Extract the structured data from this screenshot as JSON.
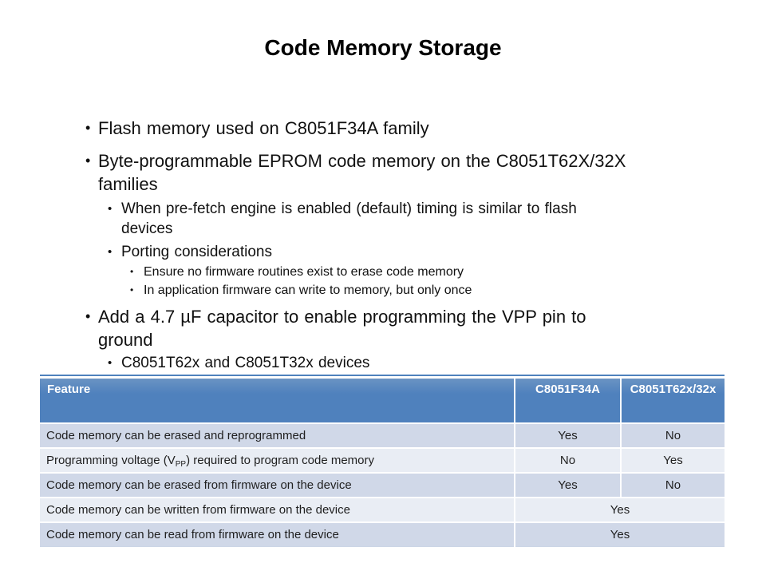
{
  "slide": {
    "title": "Code Memory Storage"
  },
  "bullets": {
    "b1": "Flash memory used on C8051F34A family",
    "b2": "Byte-programmable EPROM code memory on the C8051T62X/32X families",
    "b2_1": "When pre-fetch engine is enabled (default) timing is similar to flash devices",
    "b2_2": "Porting considerations",
    "b2_2_1": "Ensure no firmware routines exist to erase code memory",
    "b2_2_2": "In application firmware can write to memory, but only once",
    "b3": "Add a 4.7 µF capacitor to enable programming the VPP pin to ground",
    "b3_1": "C8051T62x and C8051T32x devices"
  },
  "table": {
    "headers": {
      "feature": "Feature",
      "f34a": "C8051F34A",
      "t62x": "C8051T62x/32x"
    },
    "rows": [
      {
        "feature": "Code memory can be erased and reprogrammed",
        "f34a": "Yes",
        "t62x": "No"
      },
      {
        "feature_pre": "Programming voltage (V",
        "feature_sub": "PP",
        "feature_post": ") required to program code memory",
        "f34a": "No",
        "t62x": "Yes"
      },
      {
        "feature": "Code memory can be erased from firmware on the device",
        "f34a": "Yes",
        "t62x": "No"
      },
      {
        "feature": "Code memory can be written from firmware on the device",
        "merged": "Yes"
      },
      {
        "feature": "Code memory can be read from firmware on the device",
        "merged": "Yes"
      }
    ]
  },
  "colors": {
    "header_blue": "#4f81bd",
    "band_dark": "#d0d8e8",
    "band_light": "#e9edf4",
    "header_text": "#ffffff",
    "body_text": "#1f1f1f"
  }
}
